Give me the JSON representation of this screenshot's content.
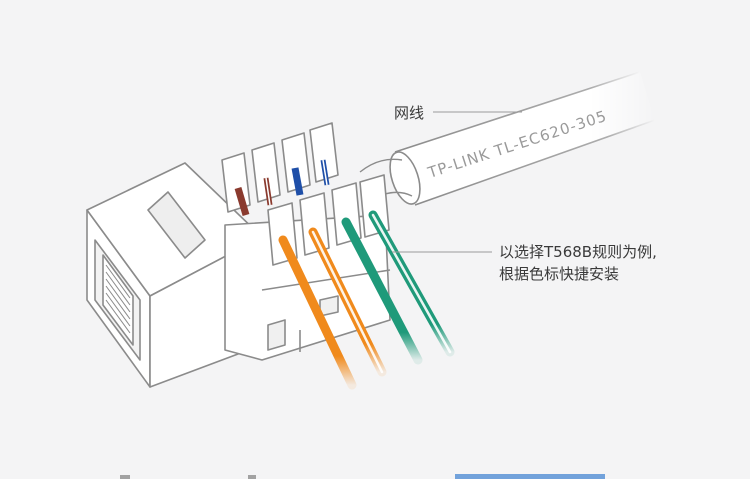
{
  "labels": {
    "cable": "网线",
    "instruction_line1": "以选择T568B规则为例,",
    "instruction_line2": "根据色标快捷安装"
  },
  "cable_print": "TP-LINK TL-EC620-305",
  "colors": {
    "background": "#f4f4f5",
    "outline": "#8b8b8b",
    "brown": "#8a3a2e",
    "blue": "#1f4fa8",
    "orange": "#f08a1c",
    "green": "#1f9a7a",
    "callout_line": "#9a9a9a"
  }
}
